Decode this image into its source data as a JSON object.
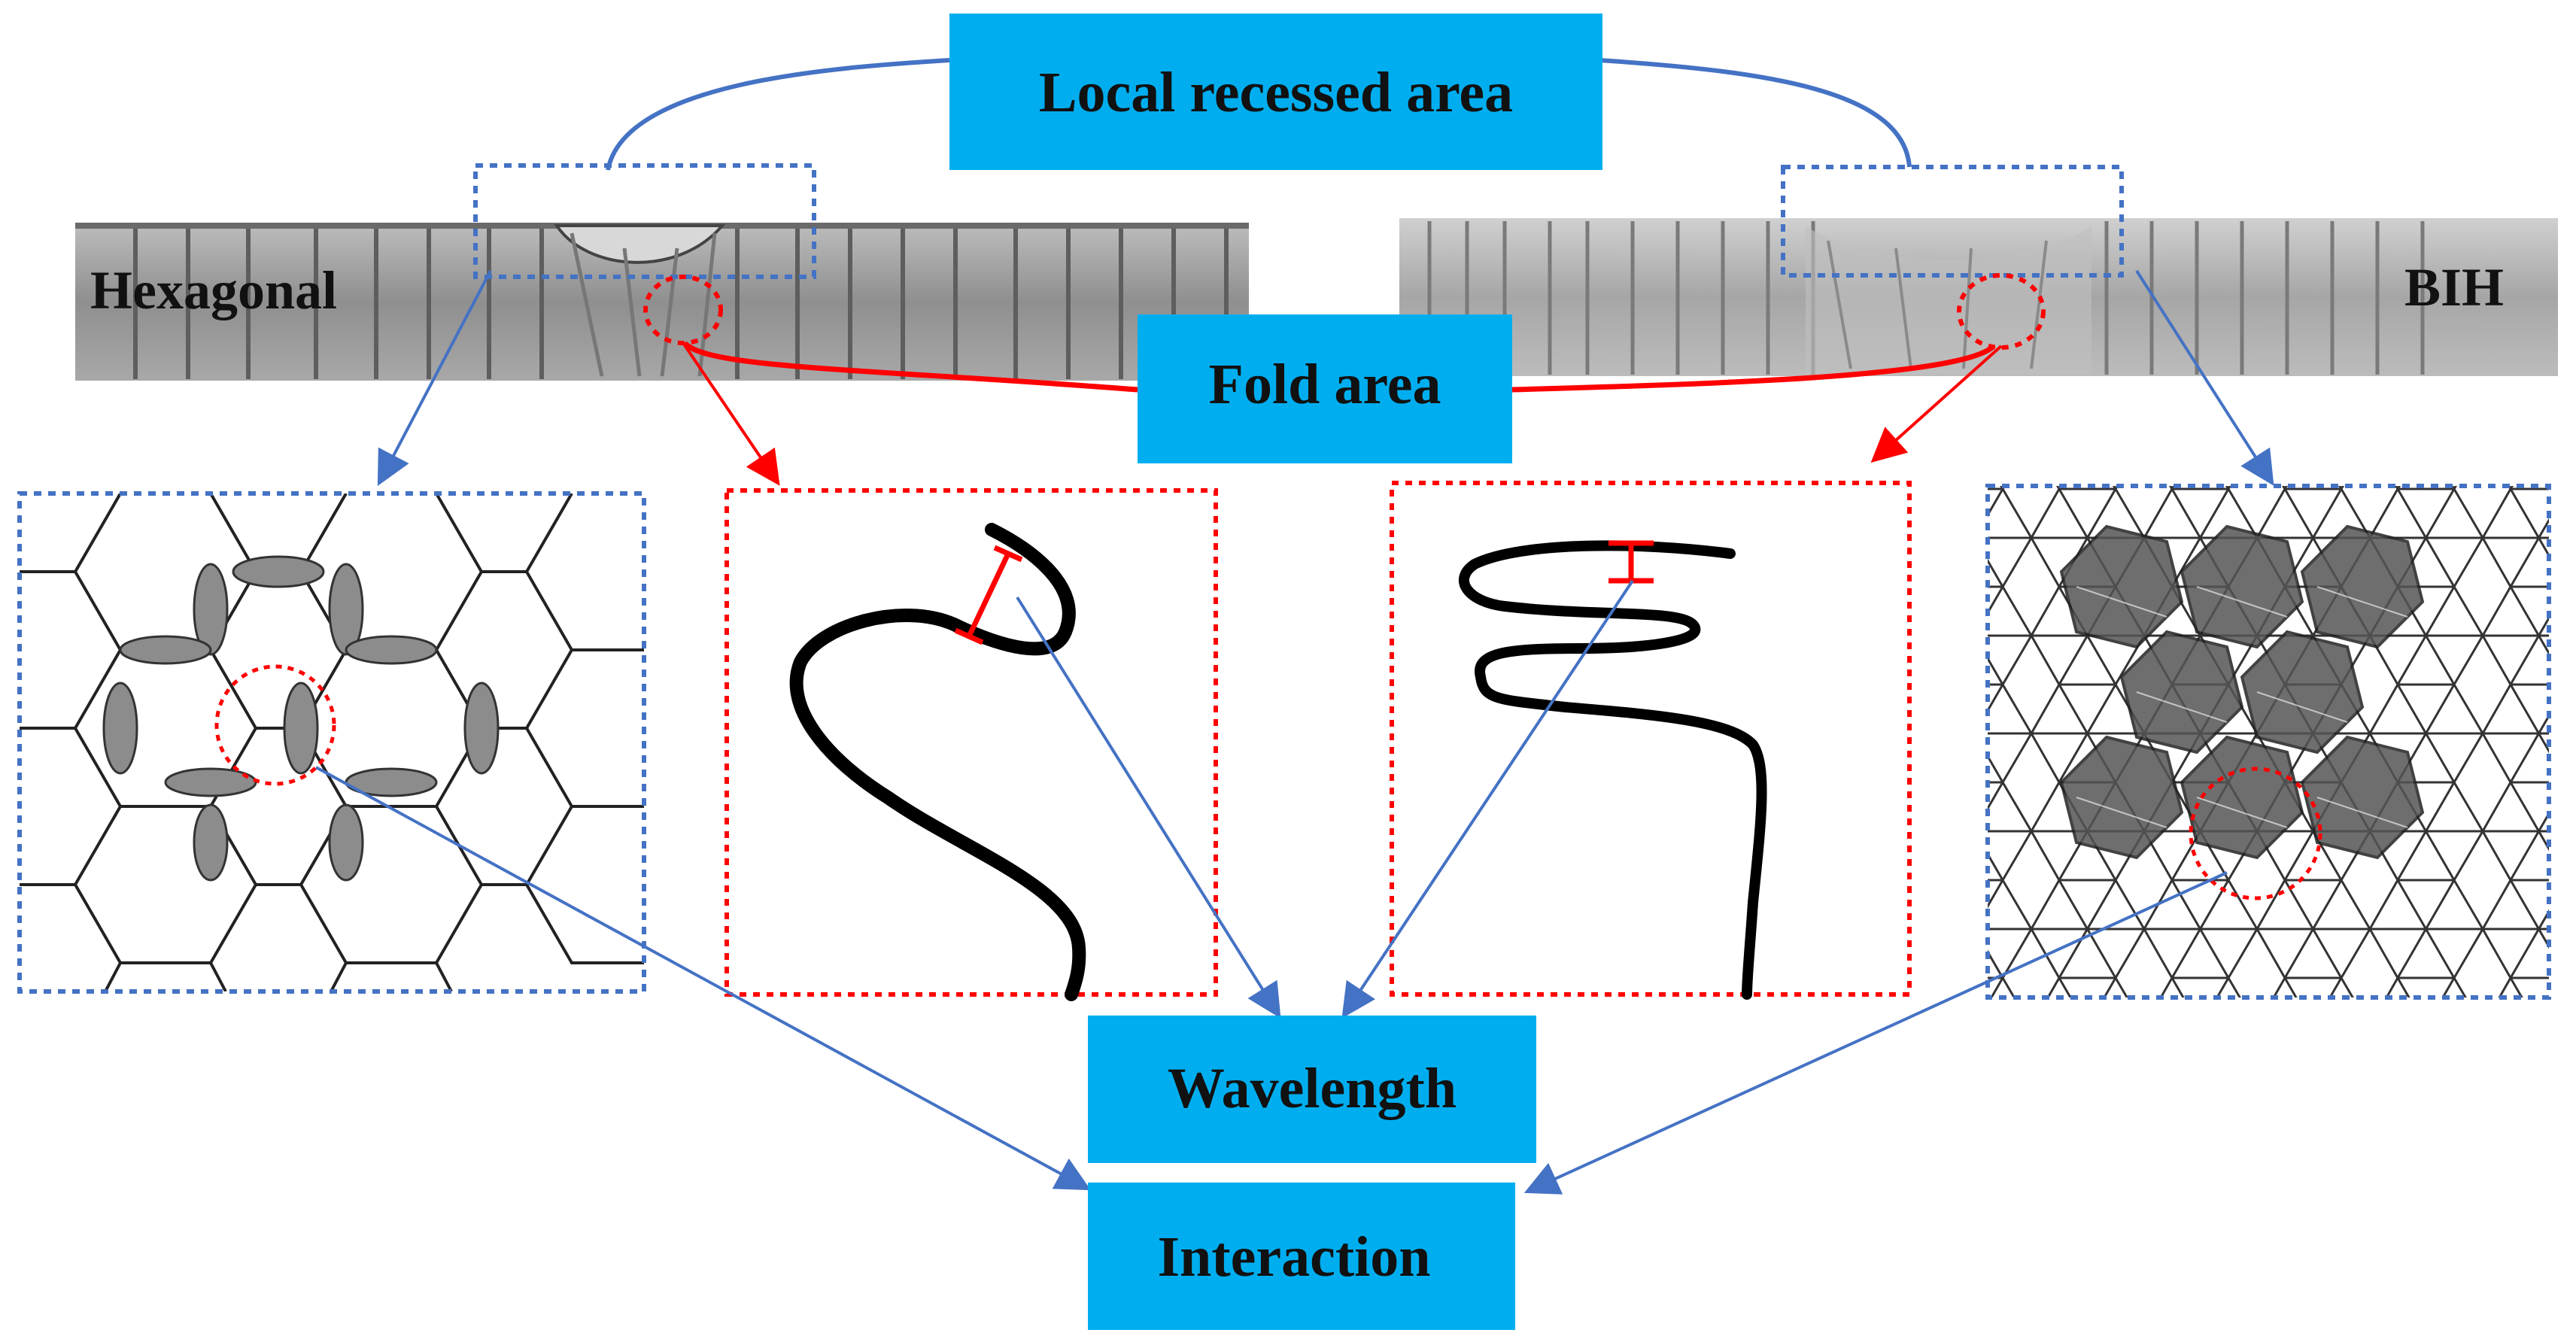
{
  "labels": {
    "local_recessed_area": "Local recessed area",
    "fold_area": "Fold area",
    "wavelength": "Wavelength",
    "interaction": "Interaction",
    "hexagonal": "Hexagonal",
    "bih": "BIH"
  },
  "colors": {
    "box_fill": "#00AEEF",
    "blue_line": "#4472C4",
    "red_line": "#FF0000",
    "dotted_blue": "#4472C4",
    "dotted_red": "#FF0000",
    "panel_gray": "#9a9a9a",
    "stroke_black": "#000000"
  }
}
